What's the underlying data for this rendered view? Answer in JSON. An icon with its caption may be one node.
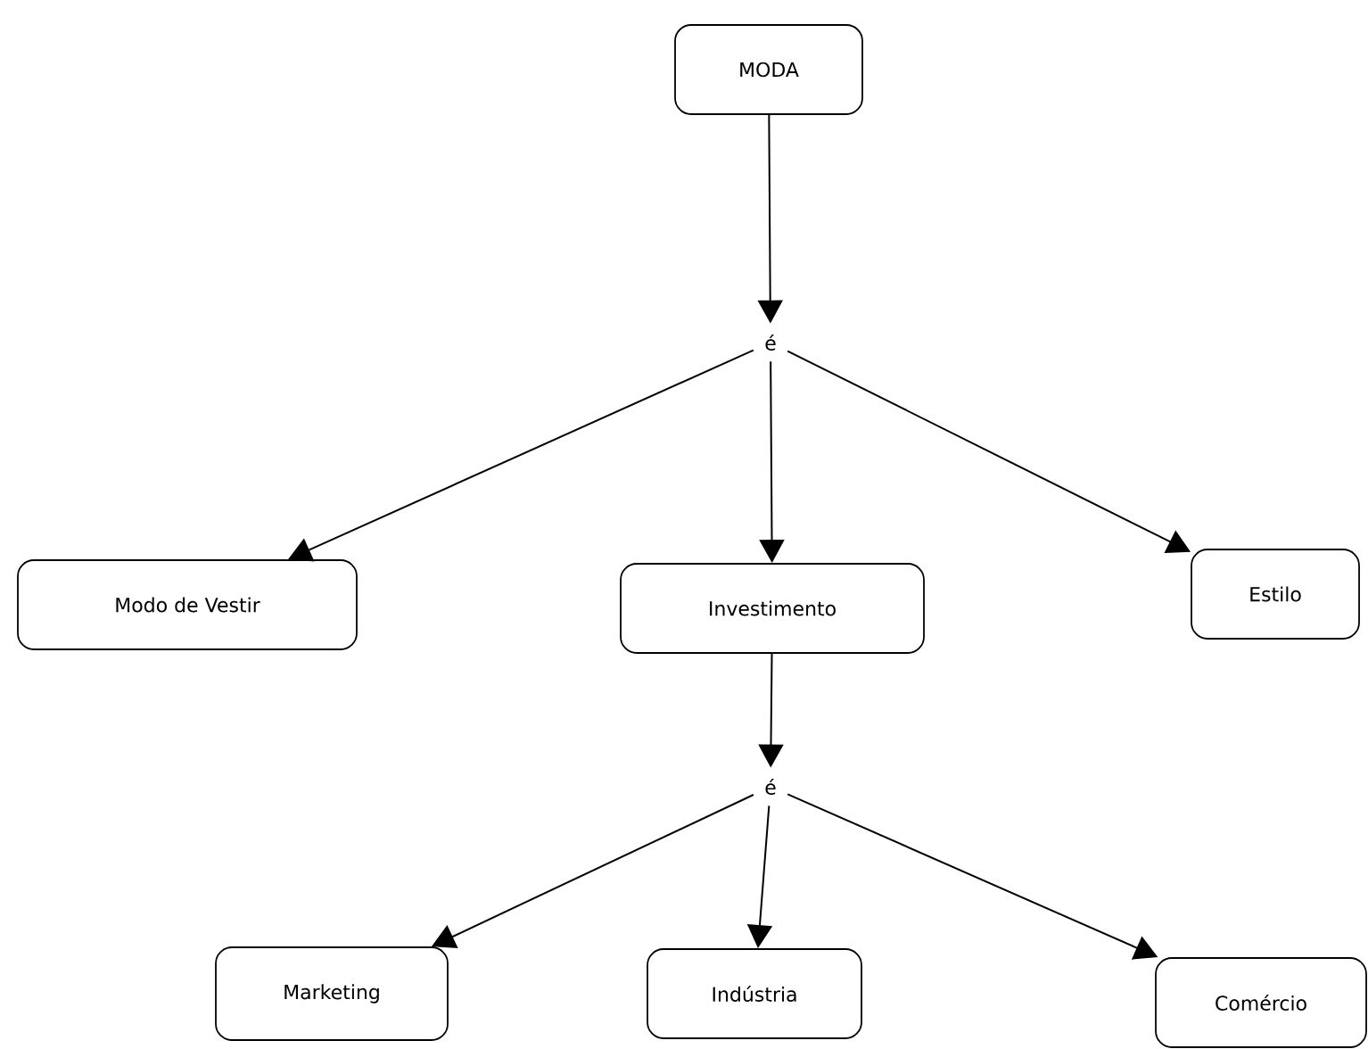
{
  "diagram": {
    "nodes": [
      {
        "text": [
          "MODA"
        ]
      },
      {
        "text": [
          "é"
        ]
      },
      {
        "text": [
          "Modo de Vestir"
        ]
      },
      {
        "text": [
          "Investimento"
        ]
      },
      {
        "text": [
          "Estilo"
        ]
      },
      {
        "text": [
          "é"
        ]
      },
      {
        "text": [
          "Marketing"
        ]
      },
      {
        "text": [
          "Indústria"
        ]
      },
      {
        "text": [
          "Comércio"
        ]
      }
    ],
    "edges": [
      {
        "from": 0,
        "to": 1,
        "arrow": "to"
      },
      {
        "from": 1,
        "to": 2,
        "arrow": "to"
      },
      {
        "from": 1,
        "to": 3,
        "arrow": "to"
      },
      {
        "from": 1,
        "to": 4,
        "arrow": "to"
      },
      {
        "from": 3,
        "to": 5,
        "arrow": "to"
      },
      {
        "from": 5,
        "to": 6,
        "arrow": "to"
      },
      {
        "from": 5,
        "to": 7,
        "arrow": "to"
      },
      {
        "from": 5,
        "to": 8,
        "arrow": "to"
      }
    ]
  }
}
